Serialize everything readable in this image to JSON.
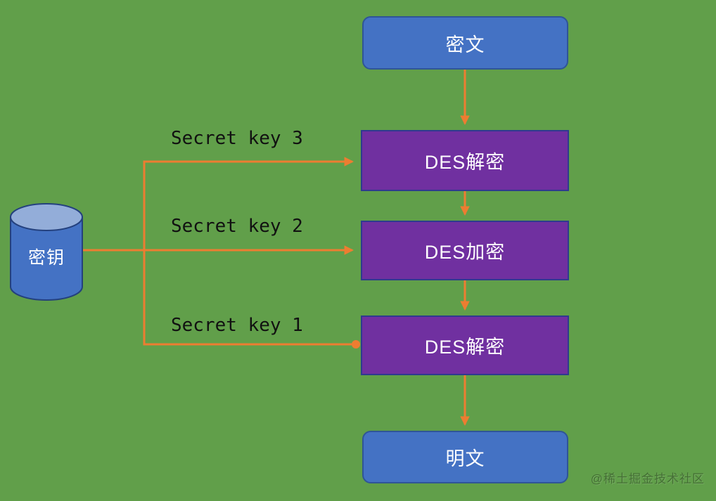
{
  "diagram": {
    "flow_nodes": [
      {
        "id": "ciphertext",
        "label": "密文",
        "type": "terminal"
      },
      {
        "id": "des-decrypt-1",
        "label": "DES解密",
        "type": "process"
      },
      {
        "id": "des-encrypt",
        "label": "DES加密",
        "type": "process"
      },
      {
        "id": "des-decrypt-2",
        "label": "DES解密",
        "type": "process"
      },
      {
        "id": "plaintext",
        "label": "明文",
        "type": "terminal"
      }
    ],
    "key_store": {
      "label": "密钥"
    },
    "key_labels": [
      {
        "id": "key3",
        "text": "Secret key 3"
      },
      {
        "id": "key2",
        "text": "Secret key 2"
      },
      {
        "id": "key1",
        "text": "Secret key 1"
      }
    ],
    "watermark": "@稀土掘金技术社区",
    "colors": {
      "background": "#619F4A",
      "node_blue": "#4472C4",
      "node_blue_border": "#2F5597",
      "node_purple": "#7030A0",
      "node_purple_border": "#2F3A8F",
      "cylinder_top": "#93ADD9",
      "cylinder_border": "#24417E",
      "arrow": "#ED7D31",
      "label_text": "#111111",
      "node_text": "#FFFFFF"
    }
  }
}
